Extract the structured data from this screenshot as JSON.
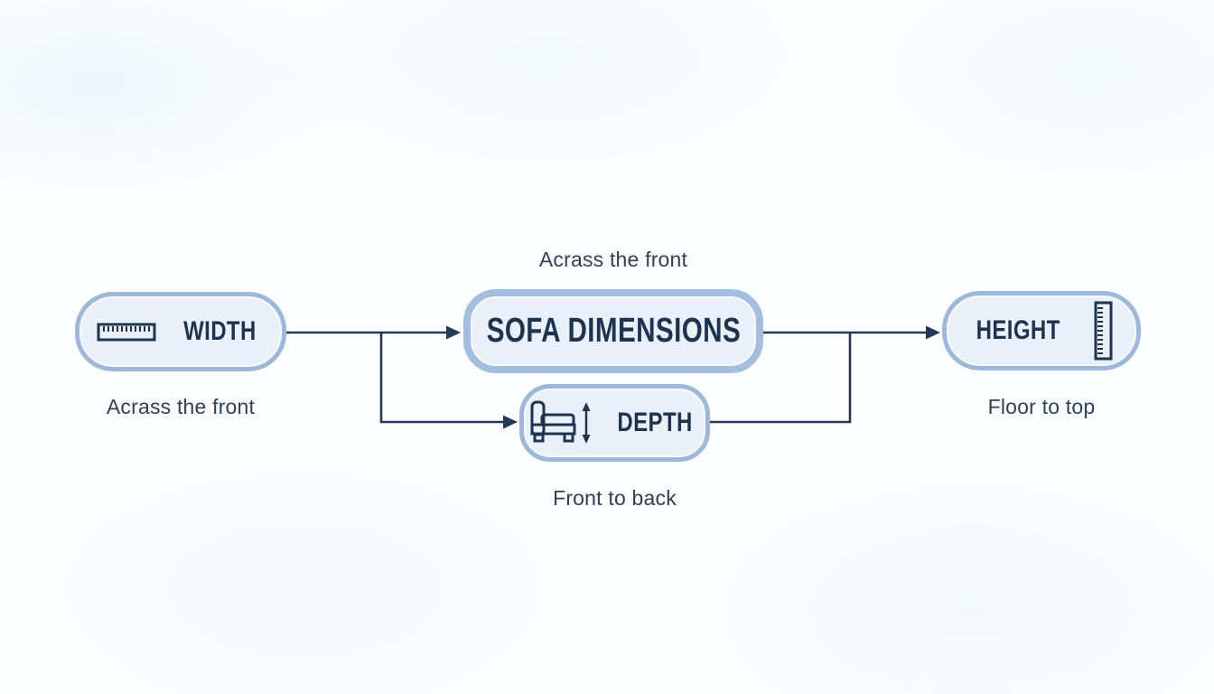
{
  "diagram": {
    "nodes": {
      "width": {
        "label": "WIDTH",
        "caption": "Acrass the front",
        "icon": "horizontal-ruler-icon"
      },
      "center": {
        "label": "SOFA DIMENSIONS",
        "caption": "Acrass the front"
      },
      "height": {
        "label": "HEIGHT",
        "caption": "Floor to top",
        "icon": "vertical-ruler-icon"
      },
      "depth": {
        "label": "DEPTH",
        "caption": "Front to back",
        "icon": "sofa-depth-icon"
      }
    },
    "colors": {
      "background": "#fdfeff",
      "box_fill": "#eaf0f8",
      "box_border": "#9db8da",
      "center_box_border": "#a3bede",
      "title_text": "#1d3350",
      "caption_text": "#2e4156",
      "connector_line": "#223a57"
    }
  }
}
